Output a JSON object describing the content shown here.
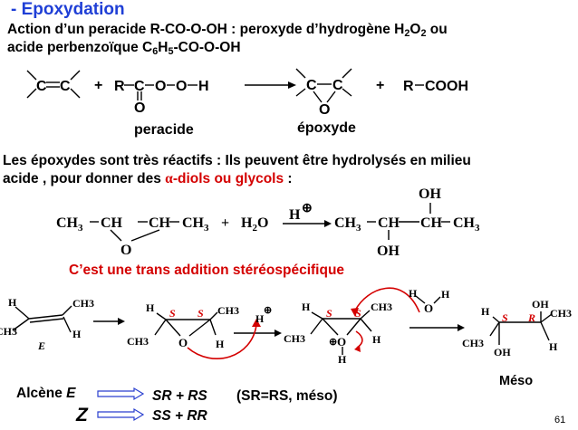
{
  "title": {
    "dash": "- ",
    "text": "Epoxydation"
  },
  "intro": {
    "line1_a": "Action d’un peracide R-CO-O-OH : peroxyde d’hydrogène H",
    "line1_s1": "2",
    "line1_b": "O",
    "line1_s2": "2",
    "line1_c": " ou",
    "line2_a": "acide perbenzoïque C",
    "line2_s1": "6",
    "line2_b": "H",
    "line2_s2": "5",
    "line2_c": "-CO-O-OH"
  },
  "reaction1": {
    "alkene_c1": "C",
    "alkene_c2": "C",
    "plus1": "+",
    "r": "R",
    "c": "C",
    "o1": "O",
    "o2": "O",
    "h": "H",
    "carbonyl_o": "O",
    "peracide_label": "peracide",
    "epoxide_c1": "C",
    "epoxide_c2": "C",
    "epoxide_o": "O",
    "epoxide_label": "époxyde",
    "plus2": "+",
    "product_r": "R",
    "product_cooh": "COOH"
  },
  "reactivity": {
    "line1": "Les époxydes sont très réactifs : Ils peuvent être hydrolysés en milieu",
    "line2_a": "acide , pour donner des ",
    "alpha": "α",
    "line2_red": "-diols ou glycols",
    "line2_c": " :"
  },
  "reaction2": {
    "ch3_a": "CH",
    "ch3_a_sub": "3",
    "ch_a": "CH",
    "ch_b": "CH",
    "ch3_b": "CH",
    "ch3_b_sub": "3",
    "ring_o": "O",
    "plus": "+",
    "h2o_h": "H",
    "h2o_sub": "2",
    "h2o_o": "O",
    "catalyst": "H",
    "catalyst_charge": "⊕",
    "p_ch3_a": "CH",
    "p_ch3_a_sub": "3",
    "p_ch_a": "CH",
    "p_ch_b": "CH",
    "p_ch3_b": "CH",
    "p_ch3_b_sub": "3",
    "oh_top": "OH",
    "oh_bottom": "OH"
  },
  "trans_note": "C’est une trans addition stéréospécifique",
  "mechanism": {
    "alkene": {
      "h_tl": "H",
      "ch3_tr": "CH3",
      "ch3_l": "CH3",
      "h_br": "H",
      "label": "E"
    },
    "epoxide": {
      "h": "H",
      "s1": "S",
      "s2": "S",
      "ch3_r": "CH3",
      "ch3_l": "CH3",
      "o": "O",
      "h_r": "H"
    },
    "proton": {
      "h": "H",
      "charge": "⊕"
    },
    "oxonium": {
      "h": "H",
      "s1": "S",
      "s2": "S",
      "ch3_r": "CH3",
      "ch3_l": "CH3",
      "o": "O",
      "charge": "⊕",
      "h_b": "H",
      "h_r": "H"
    },
    "water": {
      "h1": "H",
      "o": "O",
      "h2": "H"
    },
    "diol": {
      "h": "H",
      "s": "S",
      "r": "R",
      "oh_t": "OH",
      "ch3_r": "CH3",
      "ch3_l": "CH3",
      "oh_b": "OH",
      "h_r": "H"
    },
    "meso_label": "Méso"
  },
  "summary": {
    "row1_label": "Alcène ",
    "row1_config": "E",
    "row1_result": "SR + RS",
    "row1_note": "(SR=RS, méso)",
    "row2_config": "Z",
    "row2_result": "SS + RR"
  },
  "page_number": "61"
}
